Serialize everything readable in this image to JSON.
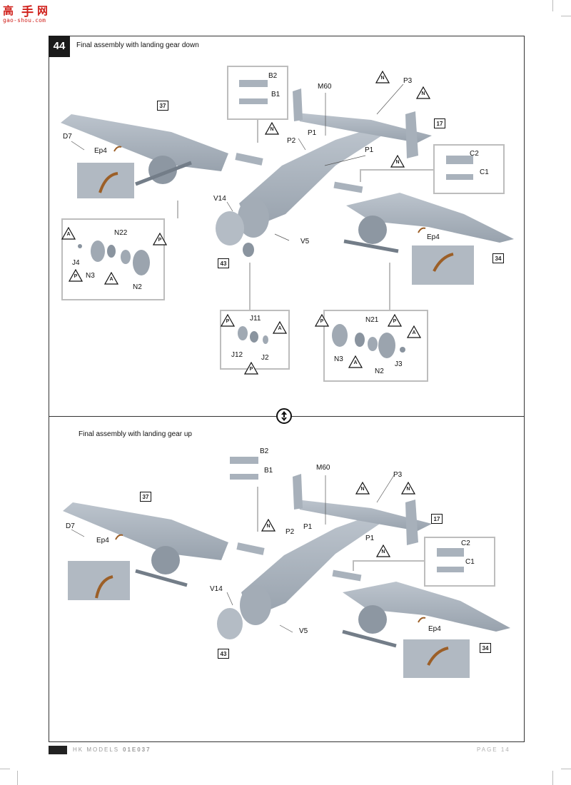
{
  "watermark": {
    "chars": [
      "高",
      "手",
      "网"
    ],
    "site": "gao-shou.com"
  },
  "step": {
    "number": "44"
  },
  "sections": {
    "top_title": "Final assembly with landing gear down",
    "bottom_title": "Final assembly with landing gear up"
  },
  "callouts": {
    "top": {
      "b2": "B2",
      "b1": "B1",
      "m60": "M60",
      "p3": "P3",
      "p1": "P1",
      "p2": "P2",
      "p1b": "P1",
      "d7": "D7",
      "ep4": "Ep4",
      "c2": "C2",
      "c1": "C1",
      "v14": "V14",
      "v5": "V5",
      "ep4b": "Ep4"
    },
    "wheel_left": {
      "n22": "N22",
      "j4": "J4",
      "n3": "N3",
      "n2": "N2"
    },
    "wheel_nose": {
      "j11": "J11",
      "j12": "J12",
      "j2": "J2"
    },
    "wheel_right": {
      "n21": "N21",
      "n3": "N3",
      "n2": "N2",
      "j3": "J3"
    },
    "bottom": {
      "b2": "B2",
      "b1": "B1",
      "m60": "M60",
      "p3": "P3",
      "p1": "P1",
      "p2": "P2",
      "p1b": "P1",
      "d7": "D7",
      "ep4": "Ep4",
      "c2": "C2",
      "c1": "C1",
      "v14": "V14",
      "v5": "V5",
      "ep4b": "Ep4"
    }
  },
  "refs": {
    "r37": "37",
    "r17": "17",
    "r34": "34",
    "r43": "43",
    "r37b": "37",
    "r17b": "17",
    "r34b": "34",
    "r43b": "43"
  },
  "markers": {
    "n": "N",
    "a": "A",
    "p": "P"
  },
  "footer": {
    "brand": "HK MODELS",
    "code": "01E037",
    "page": "PAGE 14"
  },
  "colors": {
    "aircraft_gray": "#a9b2bc",
    "aircraft_dark": "#7d8894",
    "accent_brown": "#9c5f27",
    "watermark_red": "#d0211c",
    "frame": "#333333",
    "detail_border": "#bdbdbd"
  }
}
